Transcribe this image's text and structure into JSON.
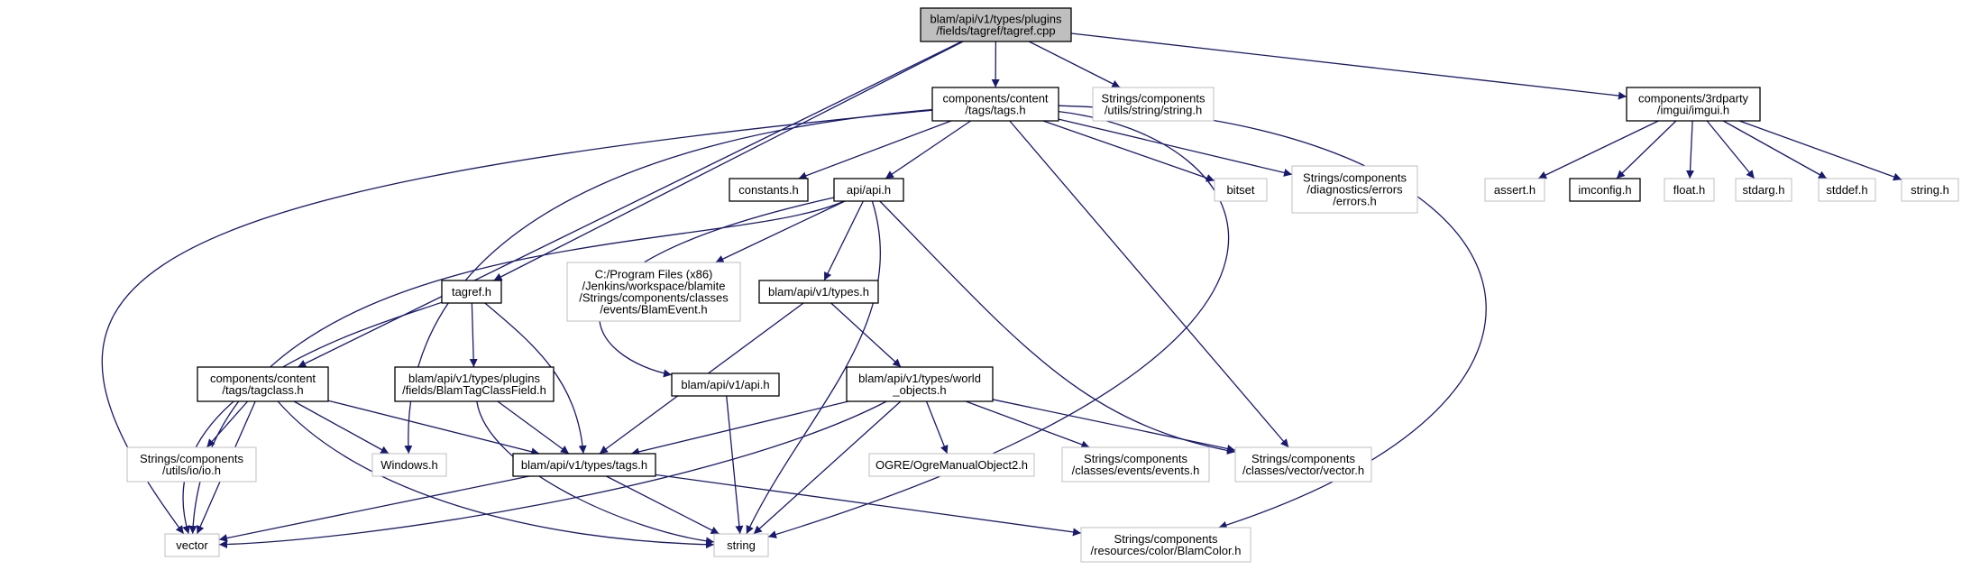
{
  "graph": {
    "nodes": [
      {
        "id": "root",
        "lines": [
          "blam/api/v1/types/plugins",
          "/fields/tagref/tagref.cpp"
        ],
        "style": "root"
      },
      {
        "id": "tags_h",
        "lines": [
          "components/content",
          "/tags/tags.h"
        ],
        "style": "doc"
      },
      {
        "id": "string_h_sc",
        "lines": [
          "Strings/components",
          "/utils/string/string.h"
        ],
        "style": "ext"
      },
      {
        "id": "imgui_h",
        "lines": [
          "components/3rdparty",
          "/imgui/imgui.h"
        ],
        "style": "doc"
      },
      {
        "id": "assert_h",
        "lines": [
          "assert.h"
        ],
        "style": "ext"
      },
      {
        "id": "imconfig_h",
        "lines": [
          "imconfig.h"
        ],
        "style": "doc"
      },
      {
        "id": "float_h",
        "lines": [
          "float.h"
        ],
        "style": "ext"
      },
      {
        "id": "stdarg_h",
        "lines": [
          "stdarg.h"
        ],
        "style": "ext"
      },
      {
        "id": "stddef_h",
        "lines": [
          "stddef.h"
        ],
        "style": "ext"
      },
      {
        "id": "string_h",
        "lines": [
          "string.h"
        ],
        "style": "ext"
      },
      {
        "id": "constants_h",
        "lines": [
          "constants.h"
        ],
        "style": "doc"
      },
      {
        "id": "api_h",
        "lines": [
          "api/api.h"
        ],
        "style": "doc"
      },
      {
        "id": "bitset",
        "lines": [
          "bitset"
        ],
        "style": "ext"
      },
      {
        "id": "errors_h",
        "lines": [
          "Strings/components",
          "/diagnostics/errors",
          "/errors.h"
        ],
        "style": "ext"
      },
      {
        "id": "blamevent_h",
        "lines": [
          "C:/Program Files (x86)",
          "/Jenkins/workspace/blamite",
          "/Strings/components/classes",
          "/events/BlamEvent.h"
        ],
        "style": "ext"
      },
      {
        "id": "tagref_h",
        "lines": [
          "tagref.h"
        ],
        "style": "doc"
      },
      {
        "id": "types_h",
        "lines": [
          "blam/api/v1/types.h"
        ],
        "style": "doc"
      },
      {
        "id": "tagclass_h",
        "lines": [
          "components/content",
          "/tags/tagclass.h"
        ],
        "style": "doc"
      },
      {
        "id": "blamtagclassfield_h",
        "lines": [
          "blam/api/v1/types/plugins",
          "/fields/BlamTagClassField.h"
        ],
        "style": "doc"
      },
      {
        "id": "v1_api_h",
        "lines": [
          "blam/api/v1/api.h"
        ],
        "style": "doc"
      },
      {
        "id": "world_objects_h",
        "lines": [
          "blam/api/v1/types/world",
          "_objects.h"
        ],
        "style": "doc"
      },
      {
        "id": "io_h",
        "lines": [
          "Strings/components",
          "/utils/io/io.h"
        ],
        "style": "ext"
      },
      {
        "id": "windows_h",
        "lines": [
          "Windows.h"
        ],
        "style": "ext"
      },
      {
        "id": "types_tags_h",
        "lines": [
          "blam/api/v1/types/tags.h"
        ],
        "style": "doc"
      },
      {
        "id": "ogre_h",
        "lines": [
          "OGRE/OgreManualObject2.h"
        ],
        "style": "ext"
      },
      {
        "id": "events_h",
        "lines": [
          "Strings/components",
          "/classes/events/events.h"
        ],
        "style": "ext"
      },
      {
        "id": "vector_h",
        "lines": [
          "Strings/components",
          "/classes/vector/vector.h"
        ],
        "style": "ext"
      },
      {
        "id": "vector",
        "lines": [
          "vector"
        ],
        "style": "ext"
      },
      {
        "id": "string",
        "lines": [
          "string"
        ],
        "style": "ext"
      },
      {
        "id": "blamcolor_h",
        "lines": [
          "Strings/components",
          "/resources/color/BlamColor.h"
        ],
        "style": "ext"
      }
    ],
    "edges": [
      [
        "root",
        "tags_h"
      ],
      [
        "root",
        "string_h_sc"
      ],
      [
        "root",
        "imgui_h"
      ],
      [
        "root",
        "tagref_h"
      ],
      [
        "root",
        "tagclass_h"
      ],
      [
        "imgui_h",
        "assert_h"
      ],
      [
        "imgui_h",
        "imconfig_h"
      ],
      [
        "imgui_h",
        "float_h"
      ],
      [
        "imgui_h",
        "stdarg_h"
      ],
      [
        "imgui_h",
        "stddef_h"
      ],
      [
        "imgui_h",
        "string_h"
      ],
      [
        "tags_h",
        "constants_h"
      ],
      [
        "tags_h",
        "api_h"
      ],
      [
        "tags_h",
        "bitset"
      ],
      [
        "tags_h",
        "errors_h"
      ],
      [
        "tags_h",
        "vector"
      ],
      [
        "tags_h",
        "windows_h"
      ],
      [
        "tags_h",
        "vector_h"
      ],
      [
        "tags_h",
        "string"
      ],
      [
        "tags_h",
        "blamcolor_h"
      ],
      [
        "api_h",
        "blamevent_h"
      ],
      [
        "api_h",
        "types_h"
      ],
      [
        "api_h",
        "v1_api_h"
      ],
      [
        "api_h",
        "string"
      ],
      [
        "api_h",
        "vector_h"
      ],
      [
        "api_h",
        "vector"
      ],
      [
        "types_h",
        "world_objects_h"
      ],
      [
        "types_h",
        "types_tags_h"
      ],
      [
        "tagref_h",
        "blamtagclassfield_h"
      ],
      [
        "tagref_h",
        "types_tags_h"
      ],
      [
        "tagref_h",
        "vector"
      ],
      [
        "tagclass_h",
        "io_h"
      ],
      [
        "tagclass_h",
        "windows_h"
      ],
      [
        "tagclass_h",
        "types_tags_h"
      ],
      [
        "tagclass_h",
        "vector"
      ],
      [
        "tagclass_h",
        "string"
      ],
      [
        "blamtagclassfield_h",
        "types_tags_h"
      ],
      [
        "blamtagclassfield_h",
        "string"
      ],
      [
        "v1_api_h",
        "string"
      ],
      [
        "world_objects_h",
        "types_tags_h"
      ],
      [
        "world_objects_h",
        "ogre_h"
      ],
      [
        "world_objects_h",
        "events_h"
      ],
      [
        "world_objects_h",
        "vector_h"
      ],
      [
        "world_objects_h",
        "string"
      ],
      [
        "world_objects_h",
        "vector"
      ],
      [
        "types_tags_h",
        "vector"
      ],
      [
        "types_tags_h",
        "string"
      ],
      [
        "types_tags_h",
        "blamcolor_h"
      ]
    ]
  },
  "colors": {
    "edge": "#191970",
    "root_fill": "#bfbfbf",
    "root_border": "#000000",
    "doc_border": "#000000",
    "ext_border": "#bfbfbf",
    "fill": "#ffffff"
  }
}
